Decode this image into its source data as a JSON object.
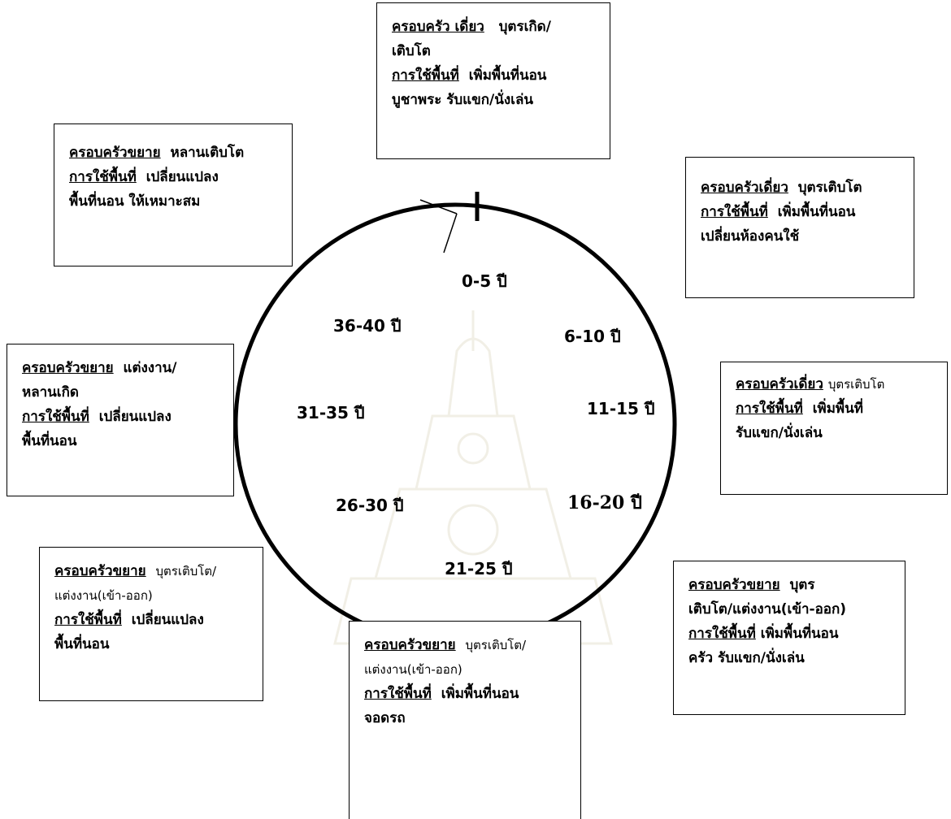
{
  "ages": {
    "a0": "0-5 ปี",
    "a6": "6-10 ปี",
    "a11": "11-15 ปี",
    "a16": "16-20 ปี",
    "a21": "21-25 ปี",
    "a26": "26-30 ปี",
    "a31": "31-35 ปี",
    "a36": "36-40 ปี"
  },
  "boxes": {
    "top": {
      "family": "ครอบครัว เดี่ยว",
      "family_note": "บุตรเกิด/",
      "family_note2": "เติบโต",
      "usage": "การใช้พื้นที่",
      "usage_note": "เพิ่มพื้นที่นอน",
      "usage_note2": "บูชาพระ  รับแขก/นั่งเล่น"
    },
    "topright": {
      "family": "ครอบครัวเดี่ยว",
      "family_note": "บุตรเติบโต",
      "usage": "การใช้พื้นที่",
      "usage_note": "เพิ่มพื้นที่นอน",
      "usage_note2": "เปลี่ยนห้องคนใช้"
    },
    "right": {
      "family": "ครอบครัวเดี่ยว",
      "family_note": "บุตรเติบโต",
      "usage": "การใช้พื้นที่",
      "usage_note": "เพิ่มพื้นที่",
      "usage_note2": "รับแขก/นั่งเล่น"
    },
    "bottomright": {
      "family": "ครอบครัวขยาย",
      "family_note": "บุตร",
      "family_note2": "เติบโต/แต่งงาน(เข้า-ออก)",
      "usage": "การใช้พื้นที่",
      "usage_note": "เพิ่มพื้นที่นอน",
      "usage_note2": "ครัว  รับแขก/นั่งเล่น"
    },
    "bottom": {
      "family": "ครอบครัวขยาย",
      "family_note": "บุตรเติบโต/",
      "family_note2": "แต่งงาน(เข้า-ออก)",
      "usage": "การใช้พื้นที่",
      "usage_note": "เพิ่มพื้นที่นอน",
      "usage_note2": "จอดรถ"
    },
    "bottomleft": {
      "family": "ครอบครัวขยาย",
      "family_note": "บุตรเติบโต/",
      "family_note2": "แต่งงาน(เข้า-ออก)",
      "usage": "การใช้พื้นที่",
      "usage_note": "เปลี่ยนแปลง",
      "usage_note2": "พื้นที่นอน"
    },
    "left": {
      "family": "ครอบครัวขยาย",
      "family_note": "แต่งงาน/",
      "family_note2": "หลานเกิด",
      "usage": "การใช้พื้นที่",
      "usage_note": "เปลี่ยนแปลง",
      "usage_note2": "พื้นที่นอน"
    },
    "topleft": {
      "family": "ครอบครัวขยาย",
      "family_note": "หลานเติบโต",
      "usage": "การใช้พื้นที่",
      "usage_note": "เปลี่ยนแปลง",
      "usage_note2": "พื้นที่นอน ให้เหมาะสม"
    }
  },
  "colors": {
    "line": "#000000",
    "watermark": "#b8a878"
  }
}
